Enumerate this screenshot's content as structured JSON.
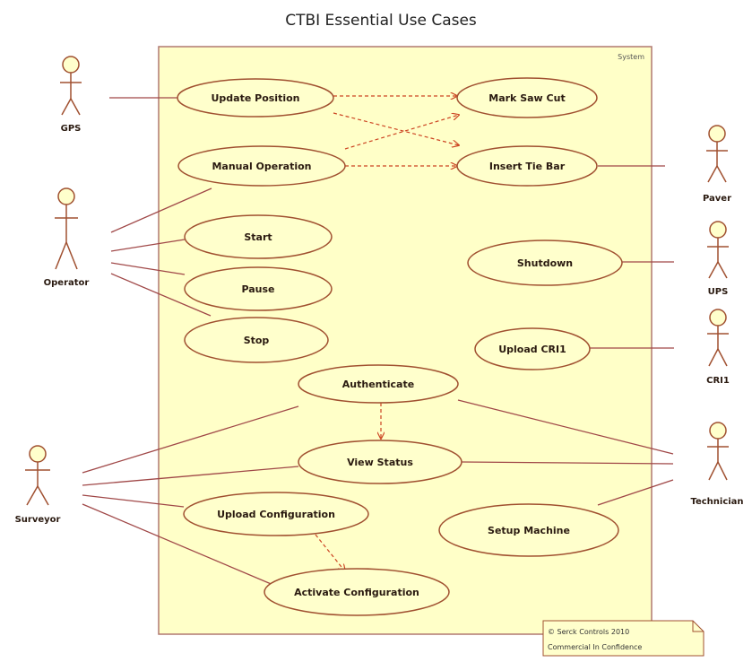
{
  "title": "CTBI Essential Use Cases",
  "system_label": "System",
  "actors": [
    {
      "id": "gps",
      "name": "GPS"
    },
    {
      "id": "operator",
      "name": "Operator"
    },
    {
      "id": "surveyor",
      "name": "Surveyor"
    },
    {
      "id": "paver",
      "name": "Paver"
    },
    {
      "id": "ups",
      "name": "UPS"
    },
    {
      "id": "cri1",
      "name": "CRI1"
    },
    {
      "id": "technician",
      "name": "Technician"
    }
  ],
  "use_cases": [
    {
      "id": "update-position",
      "name": "Update Position"
    },
    {
      "id": "manual-operation",
      "name": "Manual Operation"
    },
    {
      "id": "start",
      "name": "Start"
    },
    {
      "id": "pause",
      "name": "Pause"
    },
    {
      "id": "stop",
      "name": "Stop"
    },
    {
      "id": "mark-saw-cut",
      "name": "Mark Saw Cut"
    },
    {
      "id": "insert-tie-bar",
      "name": "Insert Tie Bar"
    },
    {
      "id": "shutdown",
      "name": "Shutdown"
    },
    {
      "id": "upload-cri1",
      "name": "Upload CRI1"
    },
    {
      "id": "authenticate",
      "name": "Authenticate"
    },
    {
      "id": "view-status",
      "name": "View Status"
    },
    {
      "id": "upload-configuration",
      "name": "Upload Configuration"
    },
    {
      "id": "setup-machine",
      "name": "Setup Machine"
    },
    {
      "id": "activate-configuration",
      "name": "Activate Configuration"
    }
  ],
  "note": {
    "line1": "© Serck Controls 2010",
    "line2": "Commercial In Confidence"
  },
  "colors": {
    "system_fill": "#ffffc8",
    "system_stroke": "#b07870",
    "usecase_fill": "#ffffcc",
    "usecase_stroke": "#a05030",
    "association": "#a04848",
    "dependency": "#cc4422",
    "actor_head_fill": "#ffffcc",
    "actor_stroke": "#a05030",
    "note_fill": "#ffffcc"
  }
}
